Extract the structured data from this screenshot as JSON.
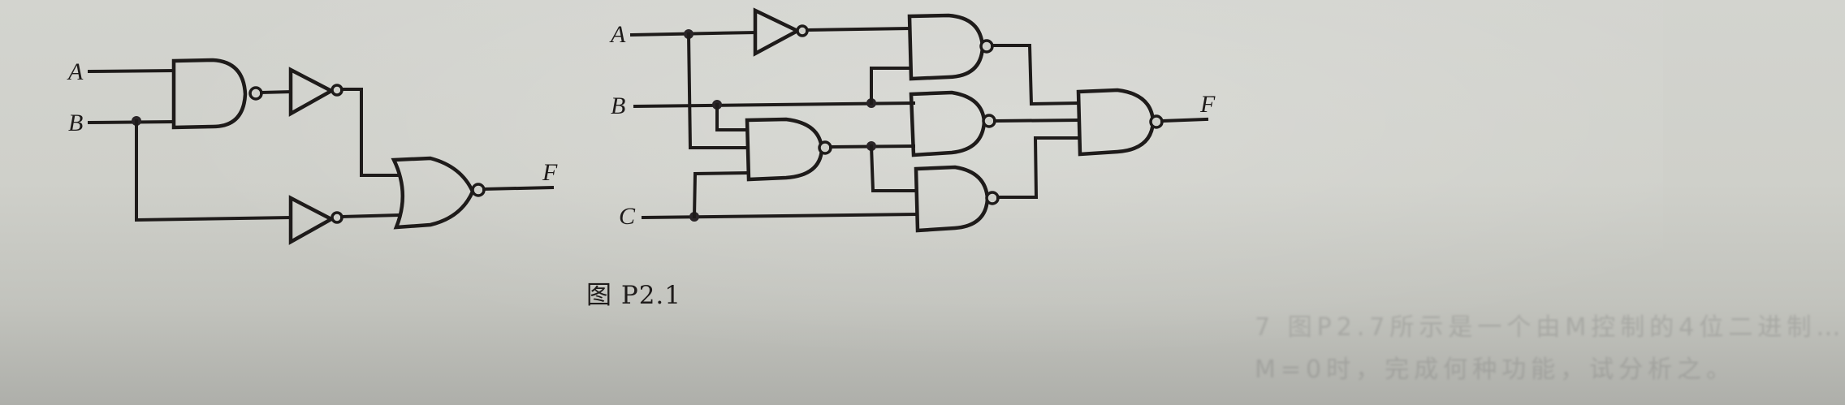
{
  "figure": {
    "caption": "图 P2.1",
    "background_color": "#cfd0ca",
    "ink_color": "#1e1b1a"
  },
  "circuit_left": {
    "inputs": [
      "A",
      "B"
    ],
    "output": "F",
    "gates": [
      {
        "id": "g1",
        "type": "NAND",
        "inputs": [
          "A",
          "B"
        ]
      },
      {
        "id": "g2",
        "type": "NOT",
        "inputs": [
          "g1"
        ]
      },
      {
        "id": "g3",
        "type": "NOT",
        "inputs": [
          "B"
        ]
      },
      {
        "id": "g4",
        "type": "NOR",
        "inputs": [
          "g2",
          "g3"
        ],
        "output": "F"
      }
    ],
    "labels": {
      "a": "A",
      "b": "B",
      "f": "F"
    }
  },
  "circuit_right": {
    "inputs": [
      "A",
      "B",
      "C"
    ],
    "output": "F",
    "gates": [
      {
        "id": "n0",
        "type": "NOT",
        "inputs": [
          "A"
        ]
      },
      {
        "id": "n1",
        "type": "NAND",
        "inputs": [
          "n0",
          "B"
        ]
      },
      {
        "id": "n2",
        "type": "NAND",
        "inputs": [
          "B",
          "A",
          "C"
        ]
      },
      {
        "id": "n3",
        "type": "NAND",
        "inputs": [
          "B",
          "n2"
        ]
      },
      {
        "id": "n4",
        "type": "NAND",
        "inputs": [
          "n2",
          "C"
        ]
      },
      {
        "id": "n5",
        "type": "NAND",
        "inputs": [
          "n1",
          "n3",
          "n4"
        ],
        "output": "F"
      }
    ],
    "labels": {
      "a": "A",
      "b": "B",
      "c": "C",
      "f": "F"
    }
  },
  "background_bleed_text": {
    "line1": "7  图P2.7所示是一个由M控制的4位二进制…",
    "line2": "M=0时，完成何种功能，试分析之。"
  }
}
